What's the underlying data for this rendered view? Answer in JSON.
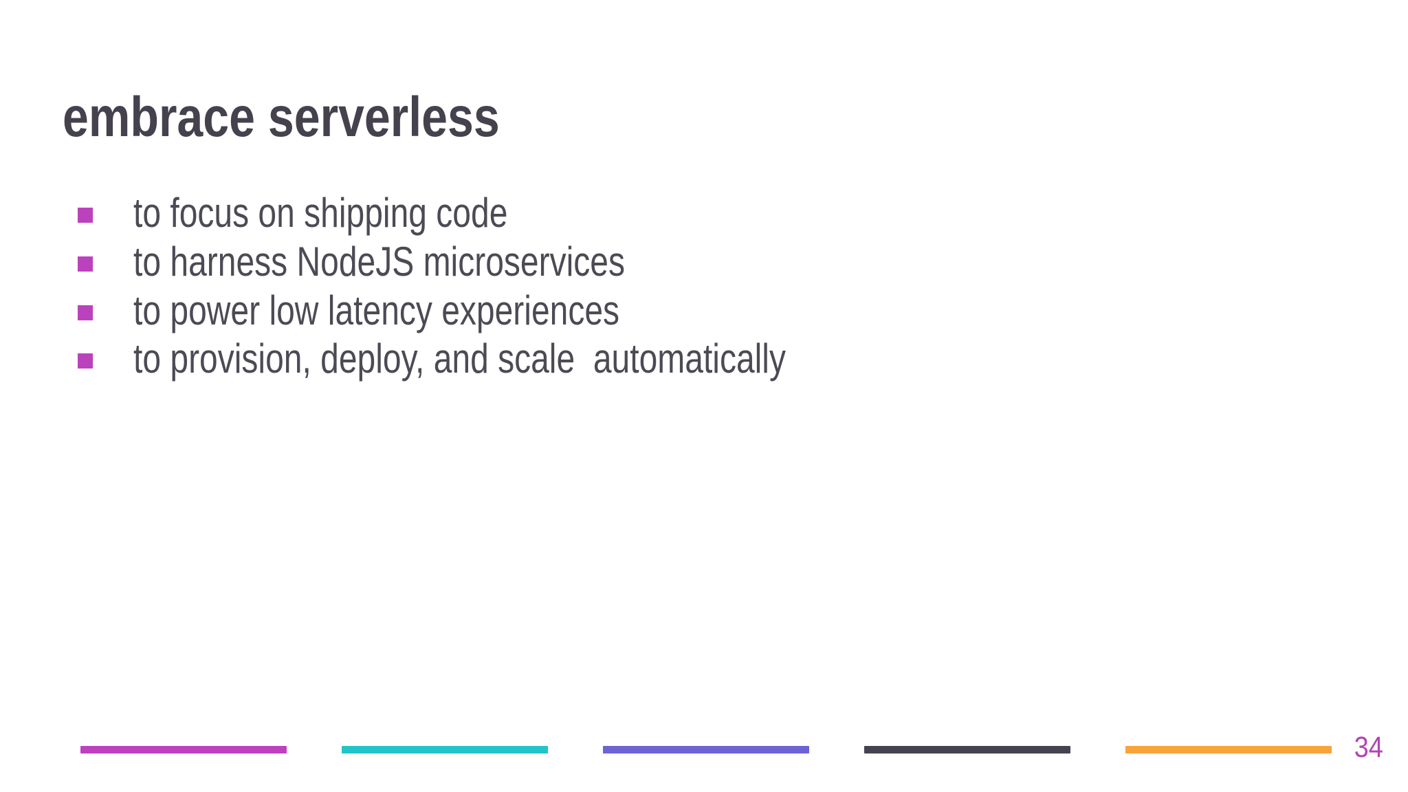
{
  "slide": {
    "title": "embrace serverless",
    "bullets": [
      "to focus on shipping code",
      "to harness NodeJS microservices",
      "to power low latency experiences",
      "to provision, deploy, and scale  automatically"
    ],
    "page_number": "34",
    "footer_bars": [
      {
        "name": "magenta-bar",
        "color": "#bf40bf"
      },
      {
        "name": "teal-bar",
        "color": "#21c4c8"
      },
      {
        "name": "purple-bar",
        "color": "#6c63d4"
      },
      {
        "name": "charcoal-bar",
        "color": "#474250"
      },
      {
        "name": "orange-bar",
        "color": "#f9a43b"
      }
    ],
    "colors": {
      "background": "#ffffff",
      "title": "#45414d",
      "body_text": "#4c4a54",
      "bullet_marker": "#bb42bd",
      "page_number": "#b344b5"
    }
  }
}
